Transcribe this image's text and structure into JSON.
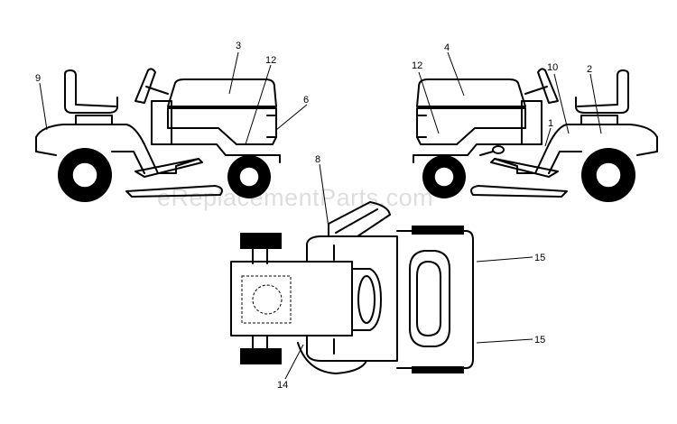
{
  "watermark": "eReplacementParts.com",
  "callouts": {
    "c1": "1",
    "c2": "2",
    "c3": "3",
    "c4": "4",
    "c6": "6",
    "c8": "8",
    "c9": "9",
    "c10": "10",
    "c12_left": "12",
    "c12_right": "12",
    "c14": "14",
    "c15_top": "15",
    "c15_bottom": "15"
  },
  "colors": {
    "line": "#000000",
    "background": "#ffffff"
  }
}
